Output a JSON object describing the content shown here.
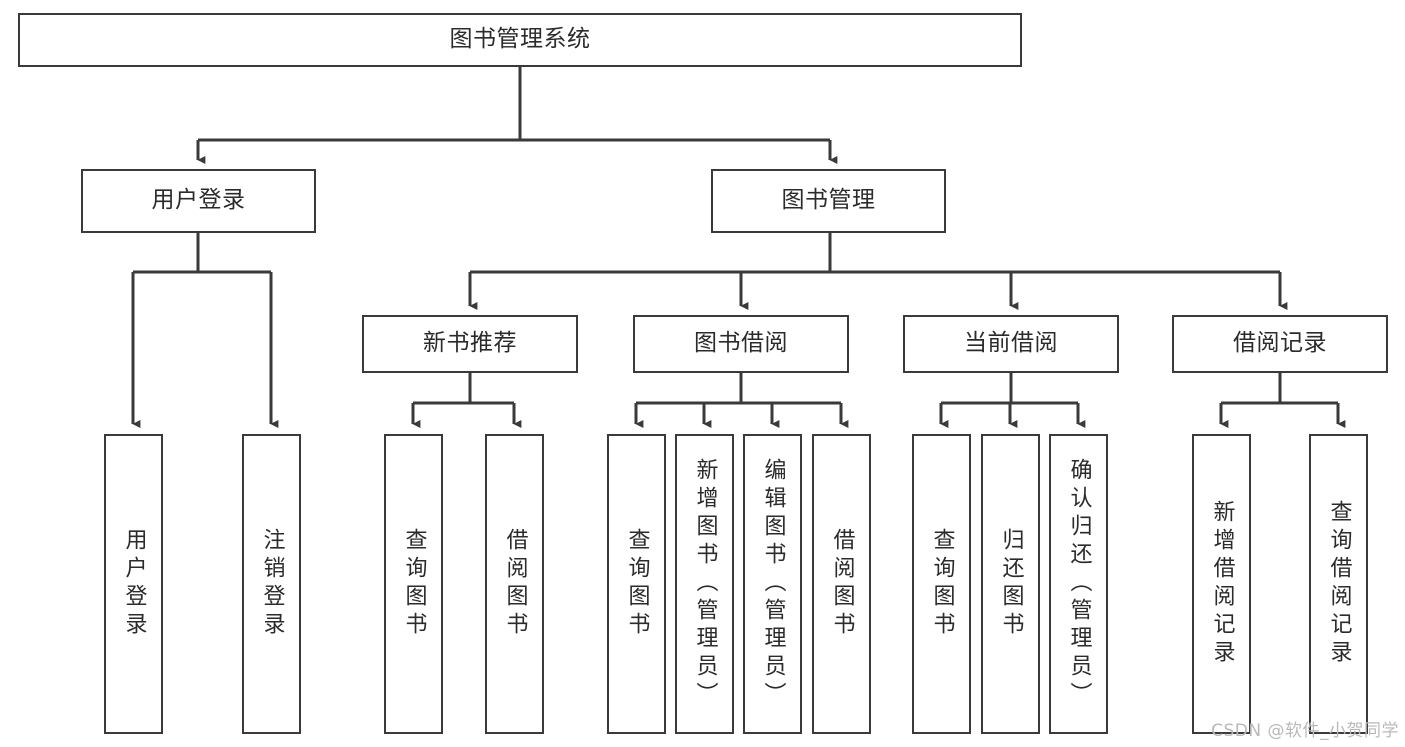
{
  "diagram": {
    "type": "tree-hierarchy",
    "title": "图书管理系统",
    "theme": {
      "stroke": "#3a3a3a",
      "fill": "#ffffff",
      "text": "#2b2b2b",
      "watermark": "#b9b9b9"
    },
    "levels": {
      "level1": "系统",
      "level2": "模块",
      "level3": "子模块",
      "level4": "功能"
    },
    "nodes": {
      "root": {
        "label": "图书管理系统"
      },
      "level2": [
        {
          "id": "user-login",
          "label": "用户登录"
        },
        {
          "id": "book-manage",
          "label": "图书管理"
        }
      ],
      "level3": [
        {
          "id": "new-book-recommend",
          "label": "新书推荐",
          "parent": "book-manage"
        },
        {
          "id": "book-borrow",
          "label": "图书借阅",
          "parent": "book-manage"
        },
        {
          "id": "current-borrow",
          "label": "当前借阅",
          "parent": "book-manage"
        },
        {
          "id": "borrow-record",
          "label": "借阅记录",
          "parent": "book-manage"
        }
      ],
      "leaves": [
        {
          "id": "leaf-user-login",
          "label": "用户登录",
          "parent": "user-login"
        },
        {
          "id": "leaf-logout",
          "label": "注销登录",
          "parent": "user-login"
        },
        {
          "id": "leaf-query-book-1",
          "label": "查询图书",
          "parent": "new-book-recommend"
        },
        {
          "id": "leaf-borrow-book-1",
          "label": "借阅图书",
          "parent": "new-book-recommend"
        },
        {
          "id": "leaf-query-book-2",
          "label": "查询图书",
          "parent": "book-borrow"
        },
        {
          "id": "leaf-add-book",
          "label": "新增图书（管理员）",
          "parent": "book-borrow"
        },
        {
          "id": "leaf-edit-book",
          "label": "编辑图书（管理员）",
          "parent": "book-borrow"
        },
        {
          "id": "leaf-borrow-book-2",
          "label": "借阅图书",
          "parent": "book-borrow"
        },
        {
          "id": "leaf-query-book-3",
          "label": "查询图书",
          "parent": "current-borrow"
        },
        {
          "id": "leaf-return-book",
          "label": "归还图书",
          "parent": "current-borrow"
        },
        {
          "id": "leaf-confirm-return",
          "label": "确认归还（管理员）",
          "parent": "current-borrow"
        },
        {
          "id": "leaf-add-record",
          "label": "新增借阅记录",
          "parent": "borrow-record"
        },
        {
          "id": "leaf-query-record",
          "label": "查询借阅记录",
          "parent": "borrow-record"
        }
      ]
    }
  },
  "watermark": {
    "text": "CSDN @软件_小贺同学"
  }
}
